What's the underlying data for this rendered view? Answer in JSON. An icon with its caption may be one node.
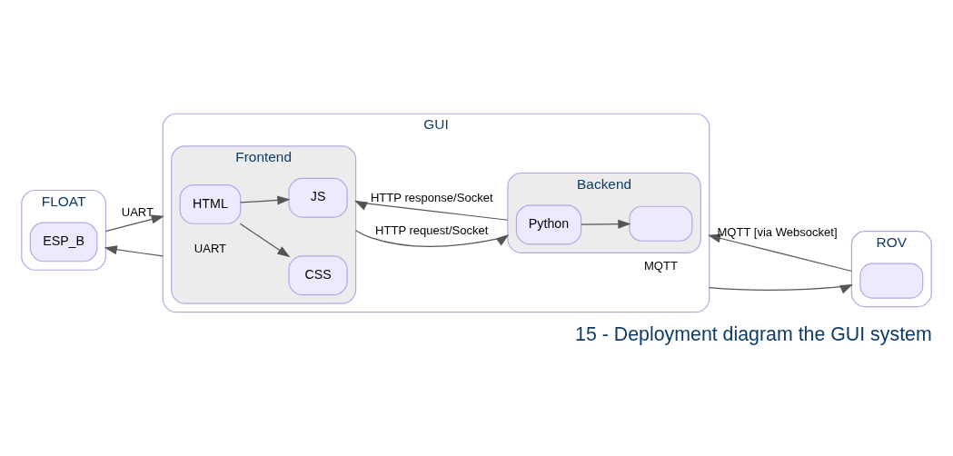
{
  "diagram": {
    "caption": "15 - Deployment diagram the GUI system",
    "nodes": [
      {
        "text": [
          "GUI"
        ]
      },
      {
        "text": [
          "Frontend"
        ],
        "in": 0
      },
      {
        "text": [
          "HTML"
        ],
        "in": 1
      },
      {
        "text": [
          "CSS"
        ],
        "in": 1
      },
      {
        "text": [
          "JS"
        ],
        "in": 1
      },
      {
        "text": [
          "Backend"
        ],
        "in": 0
      },
      {
        "text": [
          "Python"
        ],
        "in": 5
      },
      {
        "text": [],
        "shape": "box",
        "in": 5
      },
      {
        "text": [
          "FLOAT"
        ]
      },
      {
        "text": [
          "ESP_B"
        ],
        "in": 8
      },
      {
        "text": [
          "ROV"
        ]
      },
      {
        "text": [],
        "shape": "box",
        "in": 10
      }
    ],
    "edges": [
      {
        "from": 2,
        "to": 3,
        "arrow": "to"
      },
      {
        "from": 2,
        "to": 4,
        "arrow": "to"
      },
      {
        "from": 1,
        "to": 5,
        "label": "HTTP request/Socket",
        "arrow": "to"
      },
      {
        "from": 5,
        "to": 1,
        "label": "HTTP response/Socket",
        "arrow": "to"
      },
      {
        "from": 6,
        "to": 7,
        "arrow": "to"
      },
      {
        "from": 8,
        "to": 0,
        "label": "UART",
        "arrow": "to"
      },
      {
        "from": 0,
        "to": 8,
        "label": "UART",
        "arrow": "to"
      },
      {
        "from": 0,
        "to": 10,
        "label": "MQTT",
        "arrow": "to"
      },
      {
        "from": 10,
        "to": 0,
        "label": "MQTT [via Websocket]",
        "arrow": "to"
      }
    ]
  }
}
